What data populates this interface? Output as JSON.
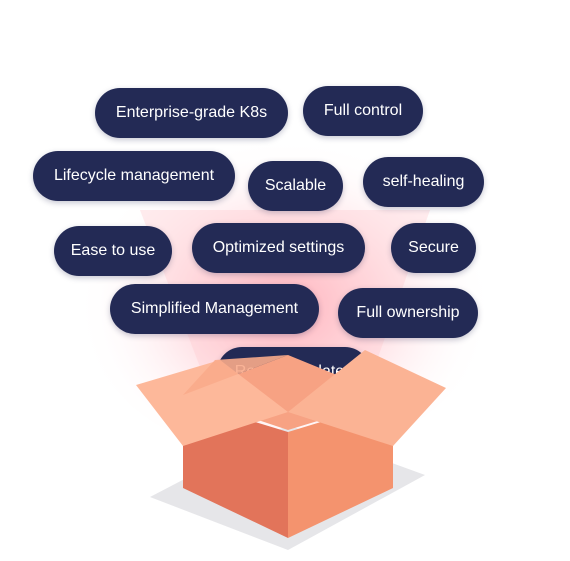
{
  "tags": [
    {
      "id": "enterprise-grade-k8s",
      "label": "Enterprise-grade K8s"
    },
    {
      "id": "full-control",
      "label": "Full control"
    },
    {
      "id": "lifecycle-management",
      "label": "Lifecycle management"
    },
    {
      "id": "scalable",
      "label": "Scalable"
    },
    {
      "id": "self-healing",
      "label": "self-healing"
    },
    {
      "id": "ease-to-use",
      "label": "Ease to use"
    },
    {
      "id": "optimized-settings",
      "label": "Optimized settings"
    },
    {
      "id": "secure",
      "label": "Secure"
    },
    {
      "id": "simplified-management",
      "label": "Simplified Management"
    },
    {
      "id": "full-ownership",
      "label": "Full ownership"
    },
    {
      "id": "regular-updates",
      "label": "Regular updates"
    }
  ],
  "colors": {
    "pill_background": "#232a55",
    "pill_text": "#ffffff",
    "glow": "#ff9aa6",
    "box_front_left": "#e2745a",
    "box_front_right": "#f4936e",
    "box_flap_light": "#fdb89a",
    "box_inner": "#f7a283",
    "shadow": "#e6e6e9"
  }
}
